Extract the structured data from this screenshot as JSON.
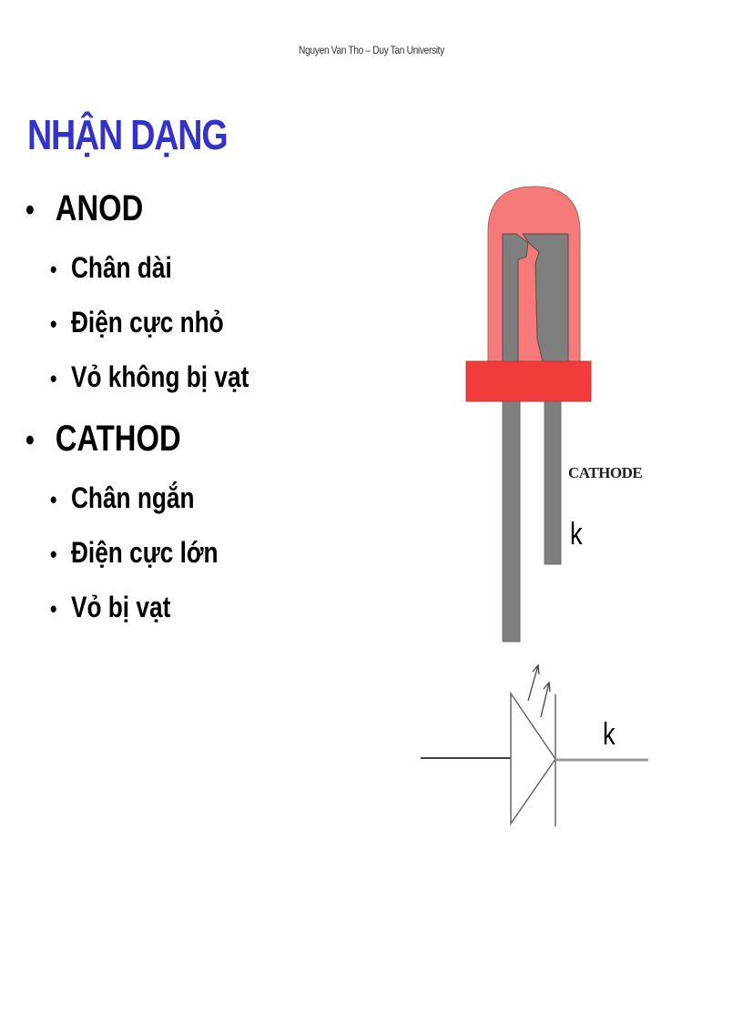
{
  "header": {
    "text": "Nguyen Van Tho – Duy Tan University"
  },
  "title": "NHẬN DẠNG",
  "bullet_glyph": "•",
  "sections": [
    {
      "label": "ANOD",
      "items": [
        "Chân dài",
        "Điện cực nhỏ",
        "Vỏ không bị vạt"
      ]
    },
    {
      "label": "CATHOD",
      "items": [
        "Chân ngắn",
        "Điện cực lớn",
        "Vỏ bị vạt"
      ]
    }
  ],
  "diagram": {
    "led_cathode_label": "CATHODE",
    "led_k_label": "k",
    "symbol_k_label": "k",
    "colors": {
      "dome": "#f77a7a",
      "base": "#f23c3c",
      "electrode": "#7f7f7f",
      "title": "#3333cc"
    }
  }
}
